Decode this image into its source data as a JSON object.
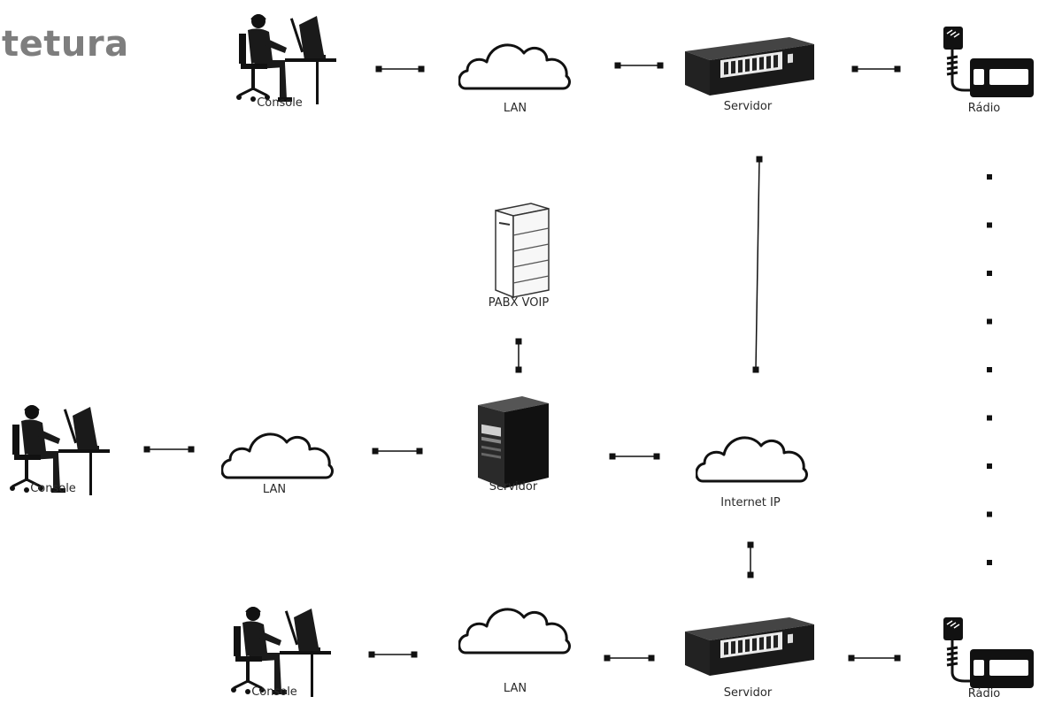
{
  "page": {
    "title": "tetura"
  },
  "diagram": {
    "nodes": [
      {
        "id": "console-top",
        "type": "console",
        "label": "Console"
      },
      {
        "id": "lan-top",
        "type": "cloud",
        "label": "LAN"
      },
      {
        "id": "servidor-top",
        "type": "rack-server",
        "label": "Servidor"
      },
      {
        "id": "radio-top",
        "type": "radio",
        "label": "Rádio"
      },
      {
        "id": "pabx",
        "type": "pabx",
        "label": "PABX VOIP"
      },
      {
        "id": "console-mid",
        "type": "console",
        "label": "Console"
      },
      {
        "id": "lan-mid",
        "type": "cloud",
        "label": "LAN"
      },
      {
        "id": "servidor-mid",
        "type": "tower-server",
        "label": "Servidor"
      },
      {
        "id": "internet",
        "type": "cloud",
        "label": "Internet IP"
      },
      {
        "id": "console-bot",
        "type": "console",
        "label": "Console"
      },
      {
        "id": "lan-bot",
        "type": "cloud",
        "label": "LAN"
      },
      {
        "id": "servidor-bot",
        "type": "rack-server",
        "label": "Servidor"
      },
      {
        "id": "radio-bot",
        "type": "radio",
        "label": "Rádio"
      }
    ],
    "edges": [
      {
        "from": "console-top",
        "to": "lan-top",
        "style": "solid"
      },
      {
        "from": "lan-top",
        "to": "servidor-top",
        "style": "solid"
      },
      {
        "from": "servidor-top",
        "to": "radio-top",
        "style": "solid"
      },
      {
        "from": "servidor-top",
        "to": "internet",
        "style": "solid"
      },
      {
        "from": "radio-top",
        "to": "radio-bot",
        "style": "dotted"
      },
      {
        "from": "pabx",
        "to": "servidor-mid",
        "style": "solid"
      },
      {
        "from": "console-mid",
        "to": "lan-mid",
        "style": "solid"
      },
      {
        "from": "lan-mid",
        "to": "servidor-mid",
        "style": "solid"
      },
      {
        "from": "servidor-mid",
        "to": "internet",
        "style": "solid"
      },
      {
        "from": "internet",
        "to": "servidor-bot",
        "style": "solid"
      },
      {
        "from": "console-bot",
        "to": "lan-bot",
        "style": "solid"
      },
      {
        "from": "lan-bot",
        "to": "servidor-bot",
        "style": "solid"
      },
      {
        "from": "servidor-bot",
        "to": "radio-bot",
        "style": "solid"
      }
    ]
  }
}
